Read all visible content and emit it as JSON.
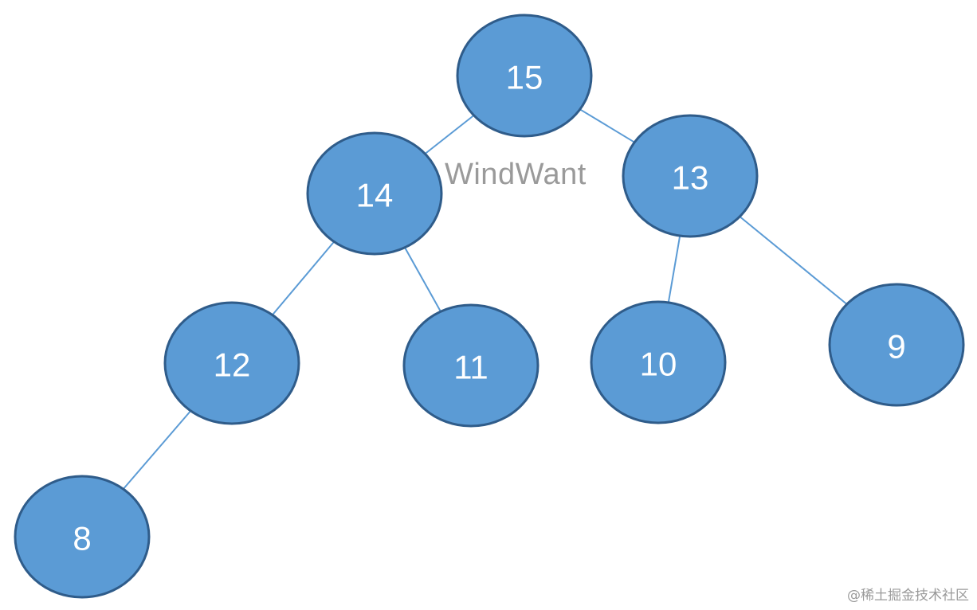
{
  "colors": {
    "node_fill": "#5b9bd5",
    "node_stroke": "#2f5c8a",
    "edge": "#5b9bd5",
    "label": "#ffffff"
  },
  "watermark_center": "WindWant",
  "watermark_corner": "@稀土掘金技术社区",
  "tree": {
    "nodes": [
      {
        "id": "n15",
        "label": "15"
      },
      {
        "id": "n14",
        "label": "14"
      },
      {
        "id": "n13",
        "label": "13"
      },
      {
        "id": "n12",
        "label": "12"
      },
      {
        "id": "n11",
        "label": "11"
      },
      {
        "id": "n10",
        "label": "10"
      },
      {
        "id": "n9",
        "label": "9"
      },
      {
        "id": "n8",
        "label": "8"
      }
    ],
    "edges": [
      {
        "from": "n15",
        "to": "n14"
      },
      {
        "from": "n15",
        "to": "n13"
      },
      {
        "from": "n14",
        "to": "n12"
      },
      {
        "from": "n14",
        "to": "n11"
      },
      {
        "from": "n13",
        "to": "n10"
      },
      {
        "from": "n13",
        "to": "n9"
      },
      {
        "from": "n12",
        "to": "n8"
      }
    ]
  }
}
